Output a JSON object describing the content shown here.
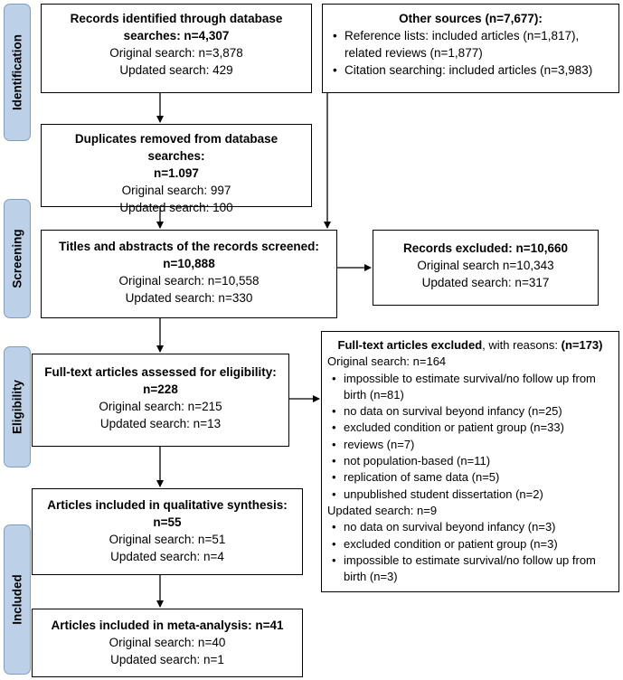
{
  "stages": [
    "Identification",
    "Screening",
    "Eligibility",
    "Included"
  ],
  "db_search": {
    "title": "Records identified through database searches: n=4,307",
    "original": "Original search: n=3,878",
    "updated": "Updated search: 429"
  },
  "other_sources": {
    "title": "Other sources (n=7,677):",
    "items": [
      "Reference lists:  included articles (n=1,817), related reviews (n=1,877)",
      "Citation searching: included articles (n=3,983)"
    ]
  },
  "duplicates": {
    "title": "Duplicates removed from database searches:",
    "count": "n=1.097",
    "original": "Original search: 997",
    "updated": "Updated search: 100"
  },
  "screened": {
    "title": "Titles and abstracts of the records screened:",
    "count": "n=10,888",
    "original": "Original search: n=10,558",
    "updated": "Updated search: n=330"
  },
  "excluded_records": {
    "title": "Records excluded: n=10,660",
    "original": "Original search n=10,343",
    "updated": "Updated search: n=317"
  },
  "fulltext_assessed": {
    "title": "Full-text articles assessed for eligibility:",
    "count": "n=228",
    "original": "Original search: n=215",
    "updated": "Updated search: n=13"
  },
  "fulltext_excluded": {
    "title_bold": "Full-text articles excluded",
    "title_rest": ", with reasons: ",
    "title_count": "(n=173)",
    "original_heading": "Original search: n=164",
    "original_items": [
      "impossible to estimate survival/no follow up from birth (n=81)",
      "no data on survival beyond infancy (n=25)",
      "excluded condition or patient group (n=33)",
      "reviews (n=7)",
      "not population-based (n=11)",
      "replication of same data (n=5)",
      "unpublished student dissertation (n=2)"
    ],
    "updated_heading": "Updated search: n=9",
    "updated_items": [
      "no data on survival beyond infancy (n=3)",
      "excluded condition or patient group (n=3)",
      "impossible to estimate survival/no follow up from birth (n=3)"
    ]
  },
  "qualitative": {
    "title": "Articles included in qualitative synthesis:",
    "count": "n=55",
    "original": "Original search: n=51",
    "updated": "Updated search: n=4"
  },
  "meta": {
    "title": "Articles included in meta-analysis: n=41",
    "original": "Original search: n=40",
    "updated": "Updated search: n=1"
  }
}
